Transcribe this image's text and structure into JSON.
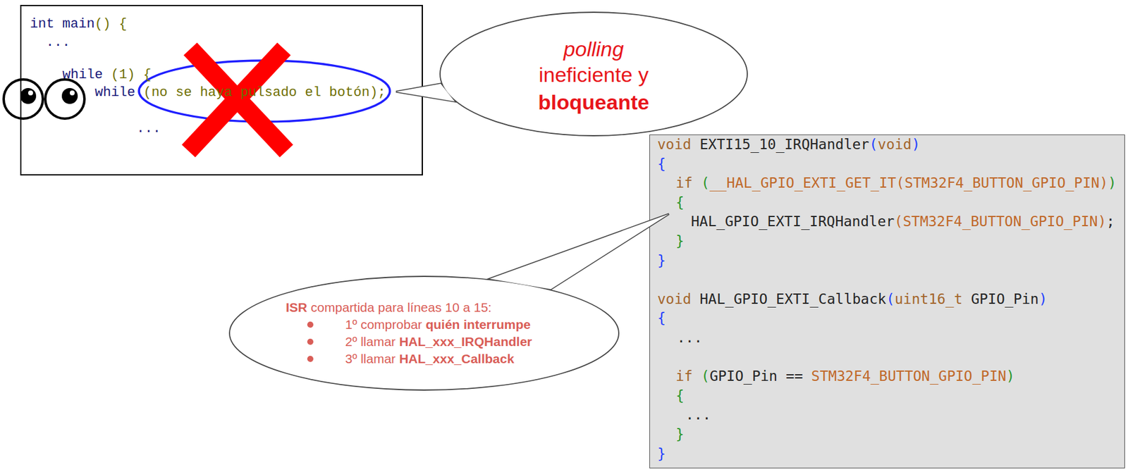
{
  "diagram": {
    "nodes": [
      {
        "text": [
          "int main() {",
          "...",
          "while (1) {",
          "while (no se haya pulsado el botón);",
          "..."
        ]
      },
      {
        "text": [
          "polling",
          "ineficiente y",
          "bloqueante"
        ]
      },
      {
        "text": [
          "void EXTI15_10_IRQHandler(void)",
          "{",
          "if (__HAL_GPIO_EXTI_GET_IT(STM32F4_BUTTON_GPIO_PIN))",
          "{",
          "HAL_GPIO_EXTI_IRQHandler(STM32F4_BUTTON_GPIO_PIN);",
          "}",
          "}",
          "void HAL_GPIO_EXTI_Callback(uint16_t GPIO_Pin)",
          "{",
          "...",
          "if (GPIO_Pin == STM32F4_BUTTON_GPIO_PIN)",
          "{",
          "...",
          "}",
          "}"
        ]
      },
      {
        "text": [
          "ISR compartida para líneas 10 a 15:",
          "1º comprobar quién interrumpe",
          "2º llamar HAL_xxx_IRQHandler",
          "3º llamar HAL_xxx_Callback"
        ]
      }
    ]
  }
}
